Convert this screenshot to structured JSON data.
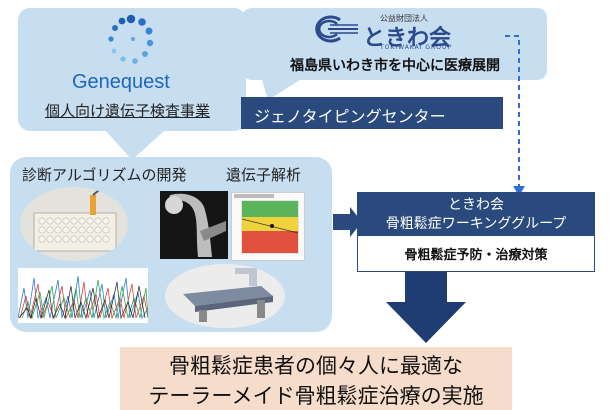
{
  "genequest": {
    "logo_text": "Genequest",
    "business": "個人向け遺伝子検査事業"
  },
  "tokiwa": {
    "corp_type": "公益財団法人",
    "name": "ときわ会",
    "roman": "TOKIWAKAI GROUP",
    "tagline": "福島県いわき市を中心に医療展開"
  },
  "genotyping": {
    "label": "ジェノタイピングセンター"
  },
  "analysis": {
    "algo_label": "診断アルゴリズムの開発",
    "gene_label": "遺伝子解析"
  },
  "working_group": {
    "line1": "ときわ会",
    "line2": "骨粗鬆症ワーキンググループ",
    "sub": "骨粗鬆症予防・治療対策"
  },
  "goal": {
    "line1": "骨粗鬆症患者の個々人に最適な",
    "line2": "テーラーメイド骨粗鬆症治療の実施"
  },
  "colors": {
    "bubble": "#c7ddf0",
    "navy": "#2a4a7d",
    "dark_blue": "#1f3d73",
    "goal_bg": "#f6dccb",
    "dashed_arrow": "#2f6fd0"
  }
}
